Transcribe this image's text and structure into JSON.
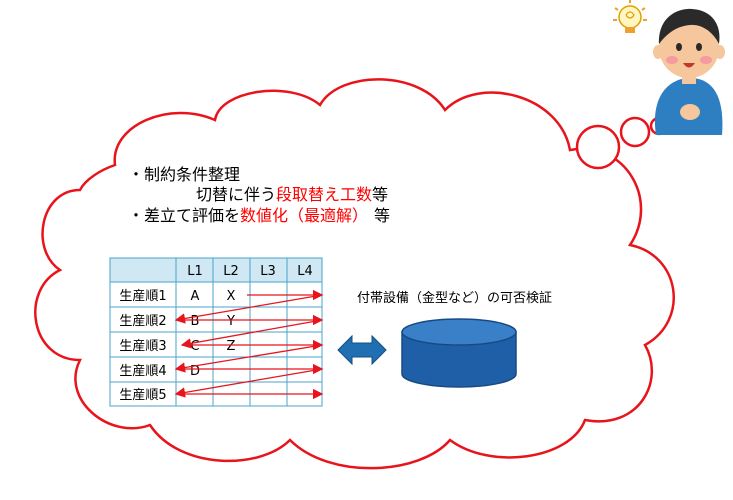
{
  "bullets": {
    "line1": "・制約条件整理",
    "line2_prefix": "切替に伴う",
    "line2_highlight": "段取替え工数",
    "line2_suffix": "等",
    "line3_prefix": "・差立て評価を",
    "line3_highlight": "数値化（最適解）",
    "line3_suffix": "等"
  },
  "table": {
    "headers": [
      "",
      "L1",
      "L2",
      "L3",
      "L4"
    ],
    "rows": [
      {
        "label": "生産順1",
        "cells": [
          "A",
          "X",
          "",
          ""
        ]
      },
      {
        "label": "生産順2",
        "cells": [
          "B",
          "Y",
          "",
          ""
        ]
      },
      {
        "label": "生産順3",
        "cells": [
          "C",
          "Z",
          "",
          ""
        ]
      },
      {
        "label": "生産順4",
        "cells": [
          "D",
          "",
          "",
          ""
        ]
      },
      {
        "label": "生産順5",
        "cells": [
          "",
          "",
          "",
          ""
        ]
      }
    ]
  },
  "equipment_label": "付帯設備（金型など）の可否検証",
  "colors": {
    "highlight": "#ff0000",
    "table_border": "#4aa3c9",
    "header_fill": "#cfe8f3",
    "arrow_blue": "#1f6fb2",
    "cylinder": "#1f5fa8",
    "flow_red": "#e8141c",
    "cloud_red": "#e8141c"
  },
  "icons": {
    "character": "thinking-person-icon",
    "lightbulb": "lightbulb-icon",
    "database": "database-cylinder-icon",
    "double_arrow": "double-arrow-icon"
  }
}
